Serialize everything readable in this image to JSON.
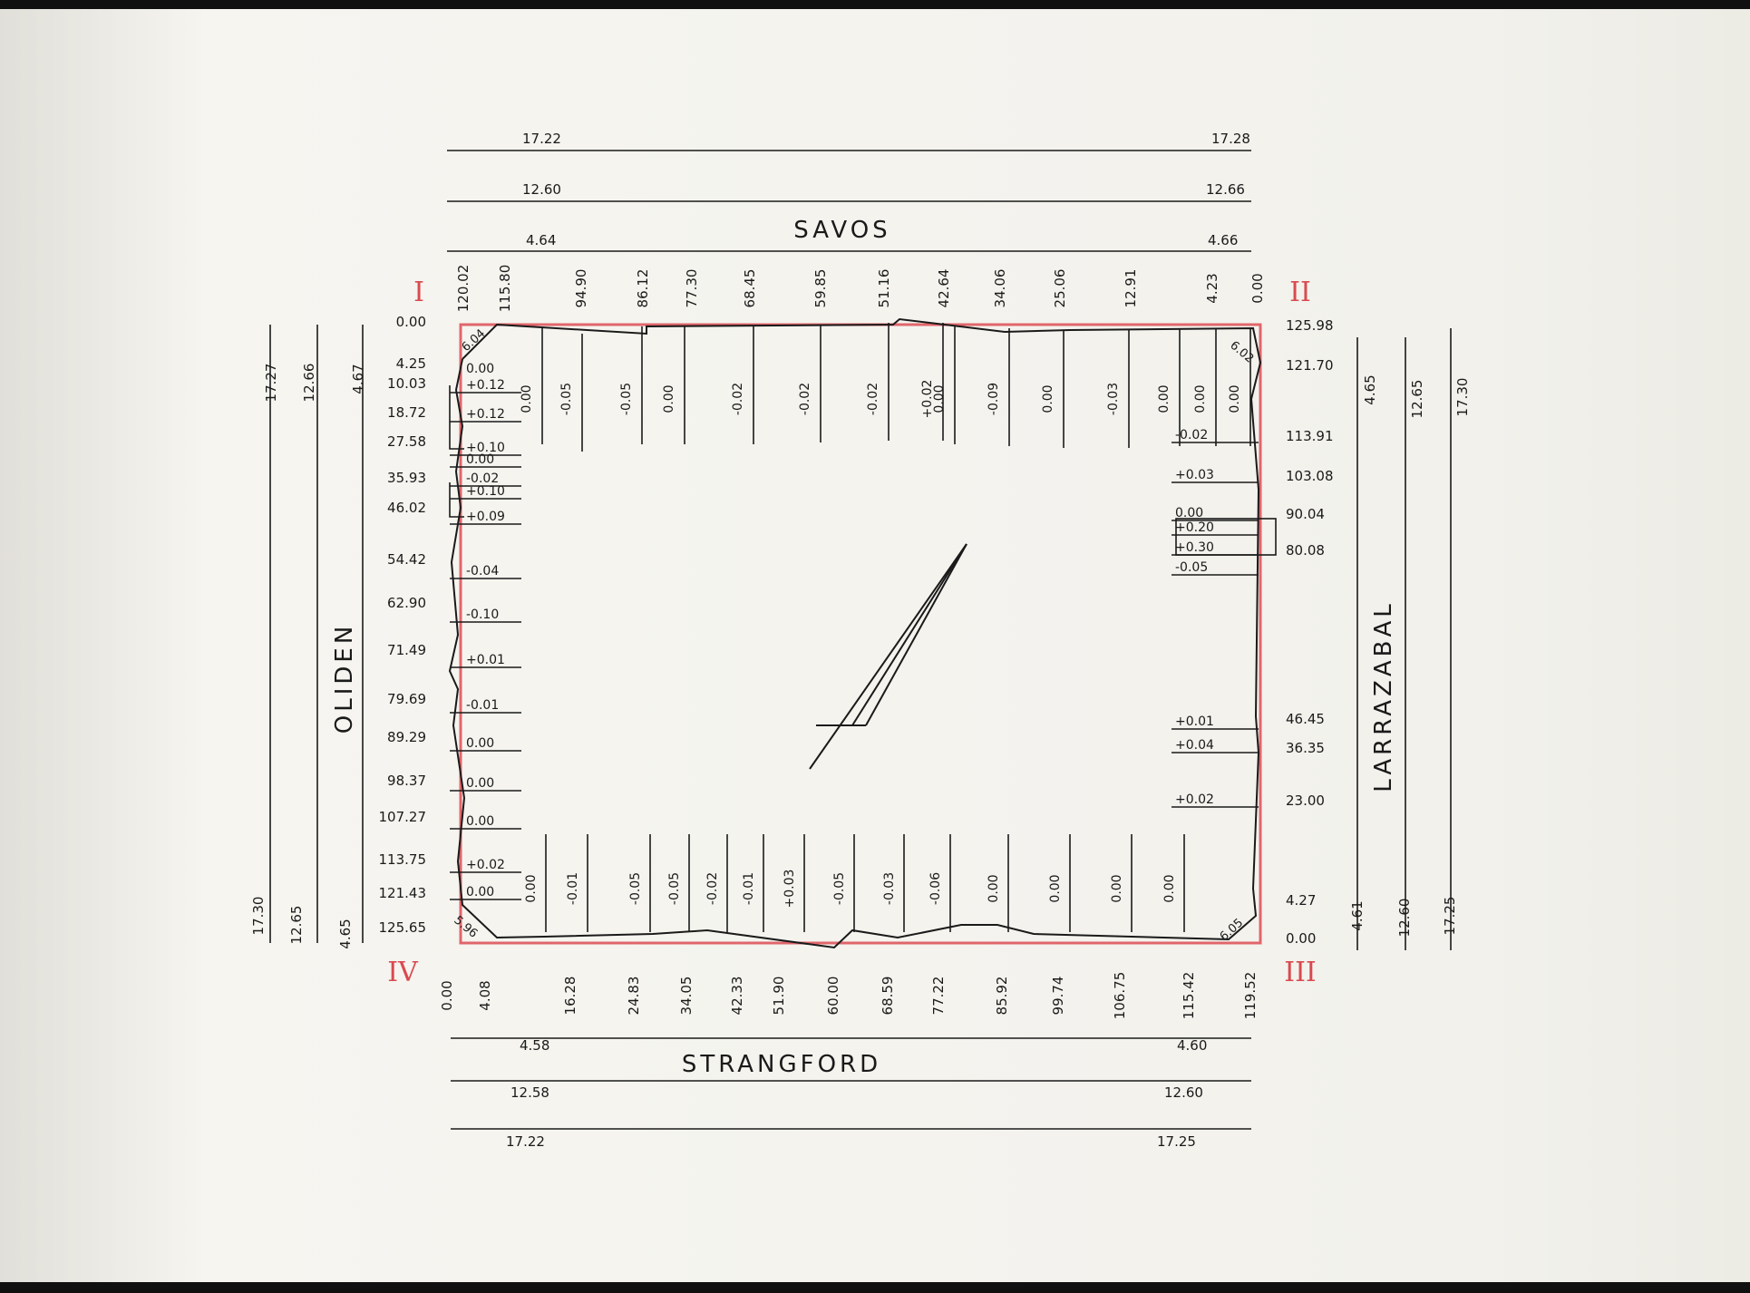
{
  "streets": {
    "top": "SAVOS",
    "bottom": "STRANGFORD",
    "left": "OLIDEN",
    "right": "LARRAZABAL"
  },
  "corners": {
    "nw": "I",
    "ne": "II",
    "se": "III",
    "sw": "IV"
  },
  "colors": {
    "boundary": "#e0666b",
    "ink": "#1a1a1a",
    "paper": "#f4f3ee"
  },
  "street_lines": {
    "top": [
      {
        "left": "17.22",
        "right": "17.28"
      },
      {
        "left": "12.60",
        "right": "12.66"
      },
      {
        "left": "4.64",
        "right": "4.66"
      }
    ],
    "bottom": [
      {
        "left": "4.58",
        "right": "4.60"
      },
      {
        "left": "12.58",
        "right": "12.60"
      },
      {
        "left": "17.22",
        "right": "17.25"
      }
    ],
    "left": [
      {
        "top": "17.27",
        "bottom": "17.30"
      },
      {
        "top": "12.66",
        "bottom": "12.65"
      },
      {
        "top": "4.67",
        "bottom": "4.65"
      }
    ],
    "right": [
      {
        "top": "4.65",
        "bottom": "4.61"
      },
      {
        "top": "12.65",
        "bottom": "12.60"
      },
      {
        "top": "17.30",
        "bottom": "17.25"
      }
    ]
  },
  "top_chainage": [
    "120.02",
    "115.80",
    "94.90",
    "86.12",
    "77.30",
    "68.45",
    "59.85",
    "51.16",
    "42.64",
    "34.06",
    "25.06",
    "12.91",
    "4.23",
    "0.00"
  ],
  "bottom_chainage": [
    "0.00",
    "4.08",
    "16.28",
    "24.83",
    "34.05",
    "42.33",
    "51.90",
    "60.00",
    "68.59",
    "77.22",
    "85.92",
    "99.74",
    "106.75",
    "115.42",
    "119.52"
  ],
  "left_chainage": [
    "0.00",
    "4.25",
    "10.03",
    "18.72",
    "27.58",
    "35.93",
    "46.02",
    "54.42",
    "62.90",
    "71.49",
    "79.69",
    "89.29",
    "98.37",
    "107.27",
    "113.75",
    "121.43",
    "125.65"
  ],
  "right_chainage": [
    "125.98",
    "121.70",
    "113.91",
    "103.08",
    "90.04",
    "80.08",
    "46.45",
    "36.35",
    "23.00",
    "4.27",
    "0.00"
  ],
  "top_offsets": [
    "0.00",
    "-0.05",
    "-0.05",
    "0.00",
    "-0.02",
    "-0.02",
    "-0.02",
    "+0.02",
    "0.00",
    "-0.09",
    "0.00",
    "-0.03",
    "0.00",
    "0.00",
    "0.00"
  ],
  "bottom_offsets": [
    "0.00",
    "-0.01",
    "-0.05",
    "-0.05",
    "-0.02",
    "-0.01",
    "+0.03",
    "-0.05",
    "-0.03",
    "-0.06",
    "0.00",
    "0.00",
    "0.00",
    "0.00"
  ],
  "left_offsets": [
    "0.00",
    "+0.12",
    "+0.12",
    "+0.10",
    "0.00",
    "-0.02",
    "+0.10",
    "+0.09",
    "-0.04",
    "-0.10",
    "+0.01",
    "-0.01",
    "0.00",
    "0.00",
    "0.00",
    "+0.02",
    "0.00"
  ],
  "right_offsets": [
    "-0.02",
    "+0.03",
    "0.00",
    "+0.20",
    "+0.30",
    "-0.05",
    "+0.01",
    "+0.04",
    "+0.02"
  ],
  "corner_dims": {
    "nw": "6.04",
    "ne": "6.02",
    "se": "6.05",
    "sw": "5.96"
  }
}
